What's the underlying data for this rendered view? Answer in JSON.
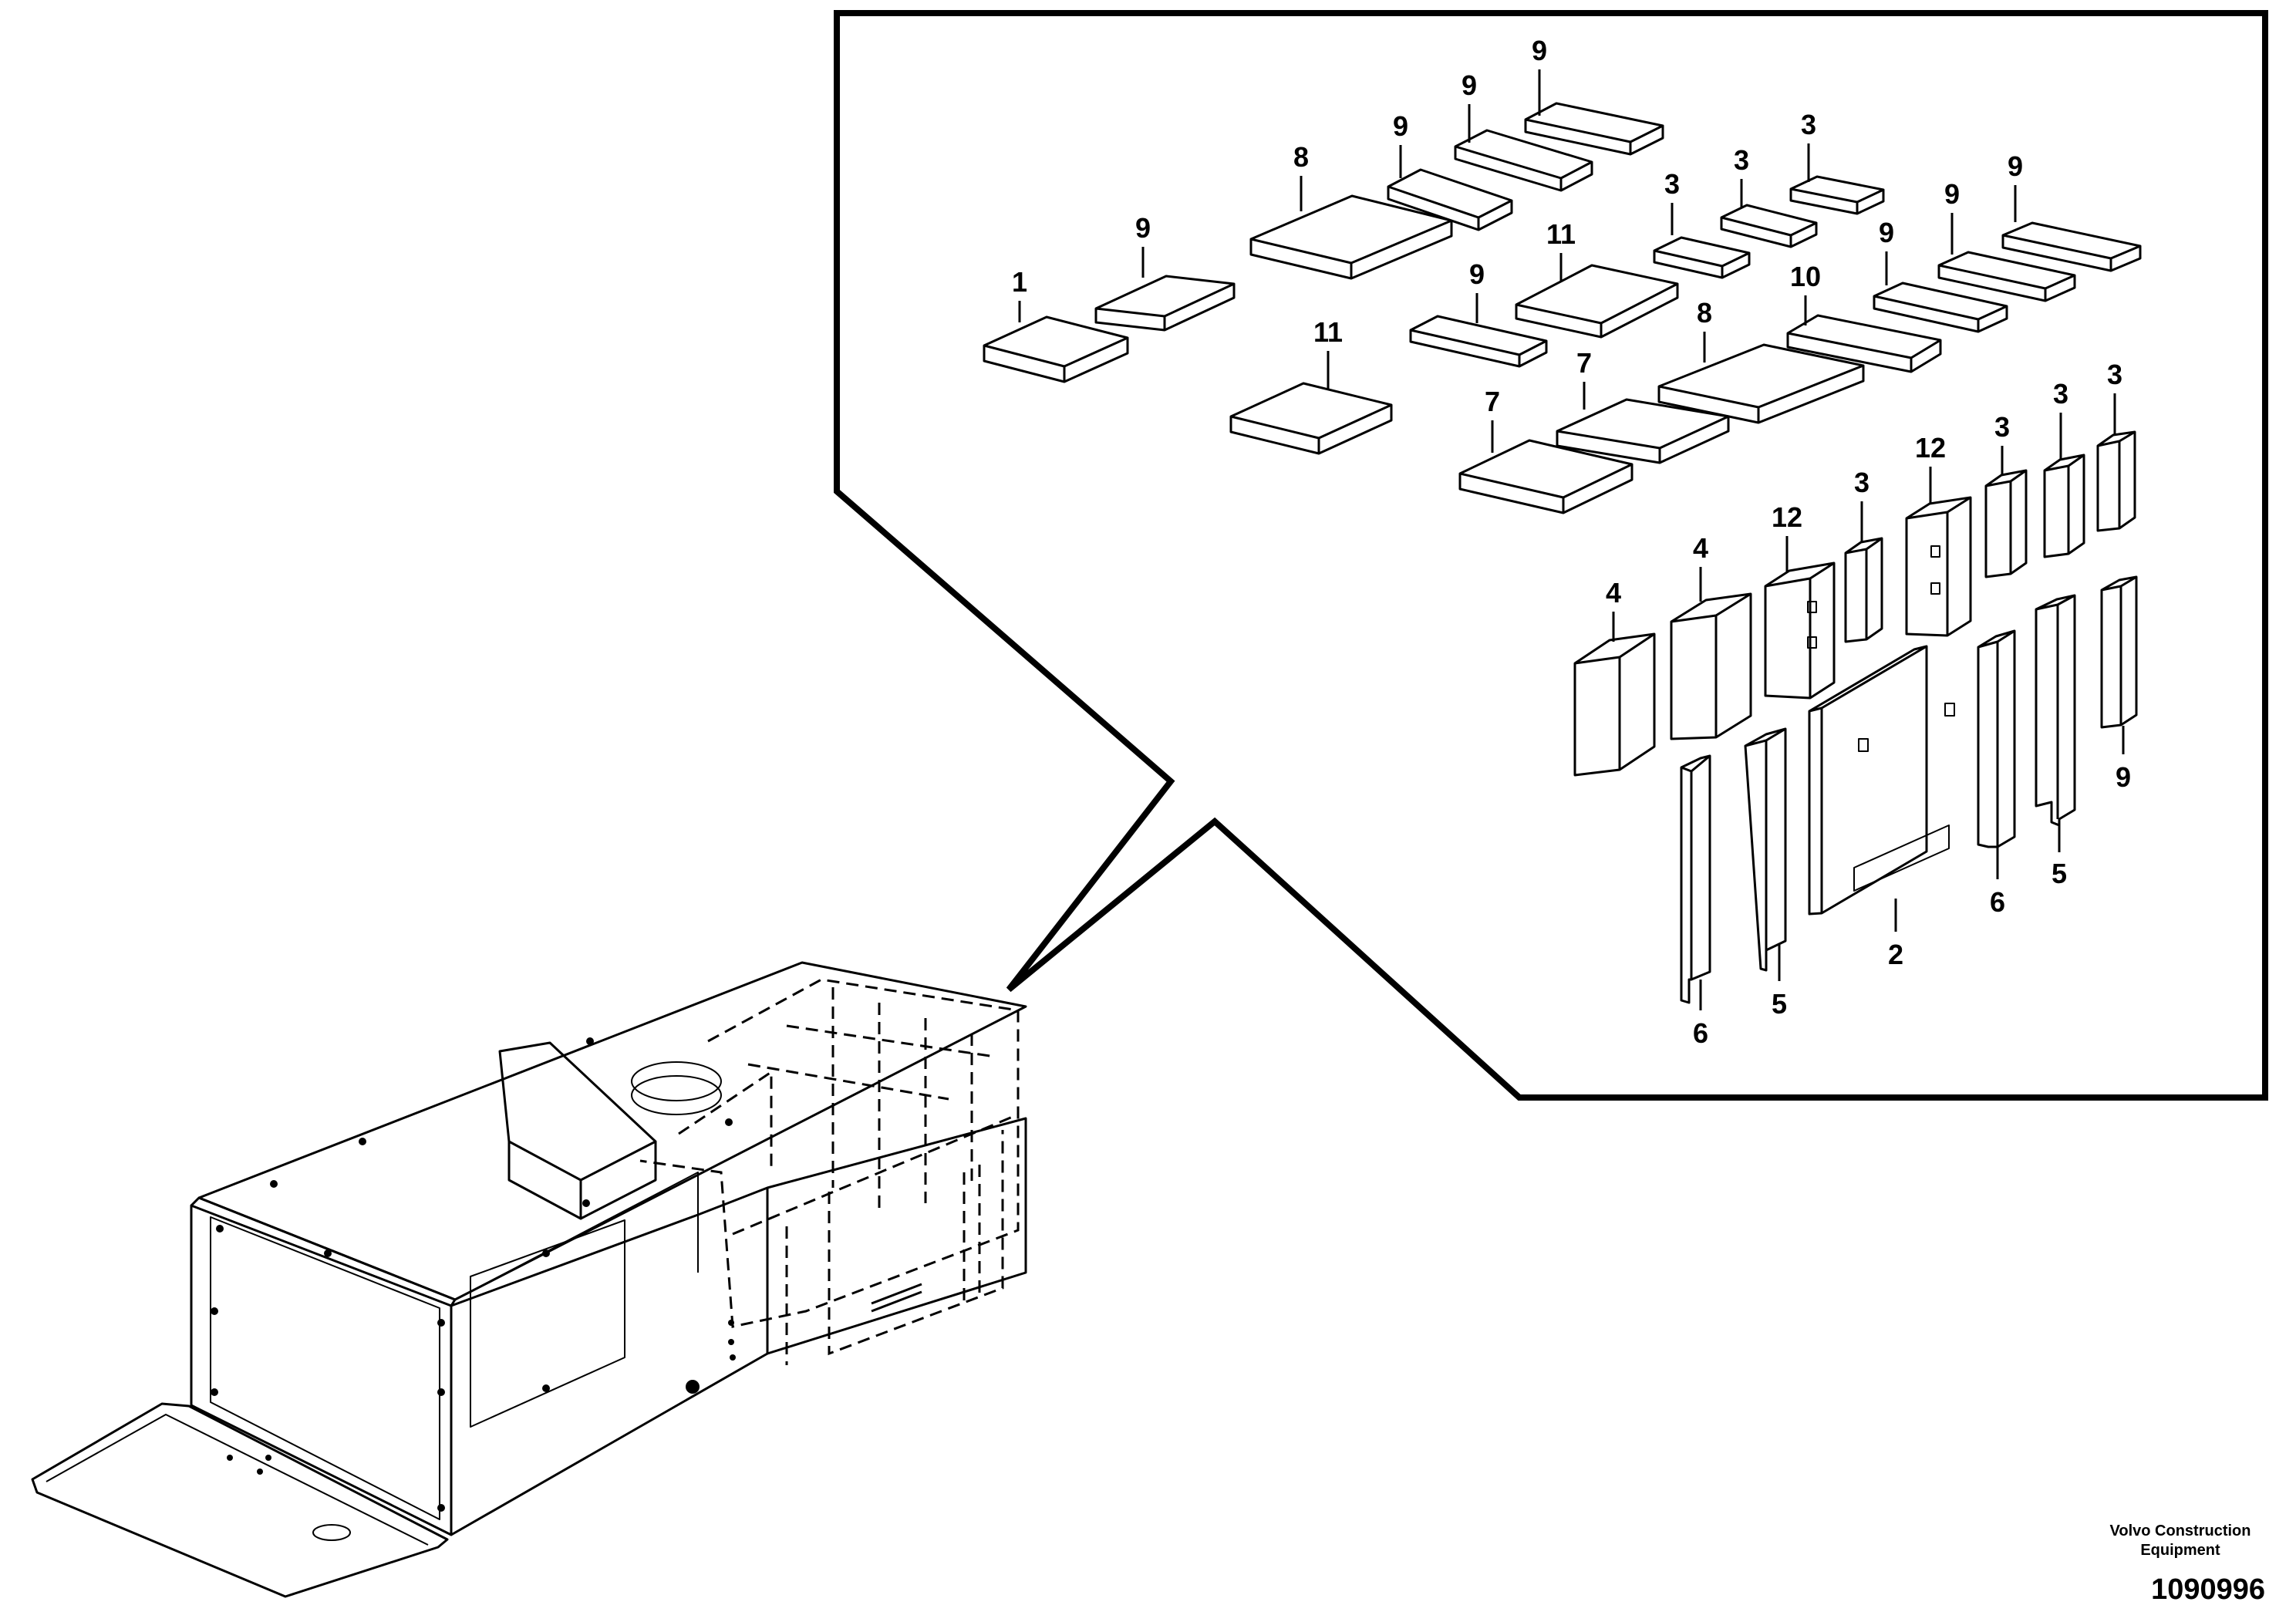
{
  "labels": {
    "p1": "1",
    "p2": "2",
    "p3": "3",
    "p4": "4",
    "p5": "5",
    "p6": "6",
    "p7": "7",
    "p8": "8",
    "p9": "9",
    "p10": "10",
    "p11": "11",
    "p12": "12"
  },
  "footer": {
    "brand": "Volvo Construction Equipment",
    "doc_number": "1090996"
  }
}
